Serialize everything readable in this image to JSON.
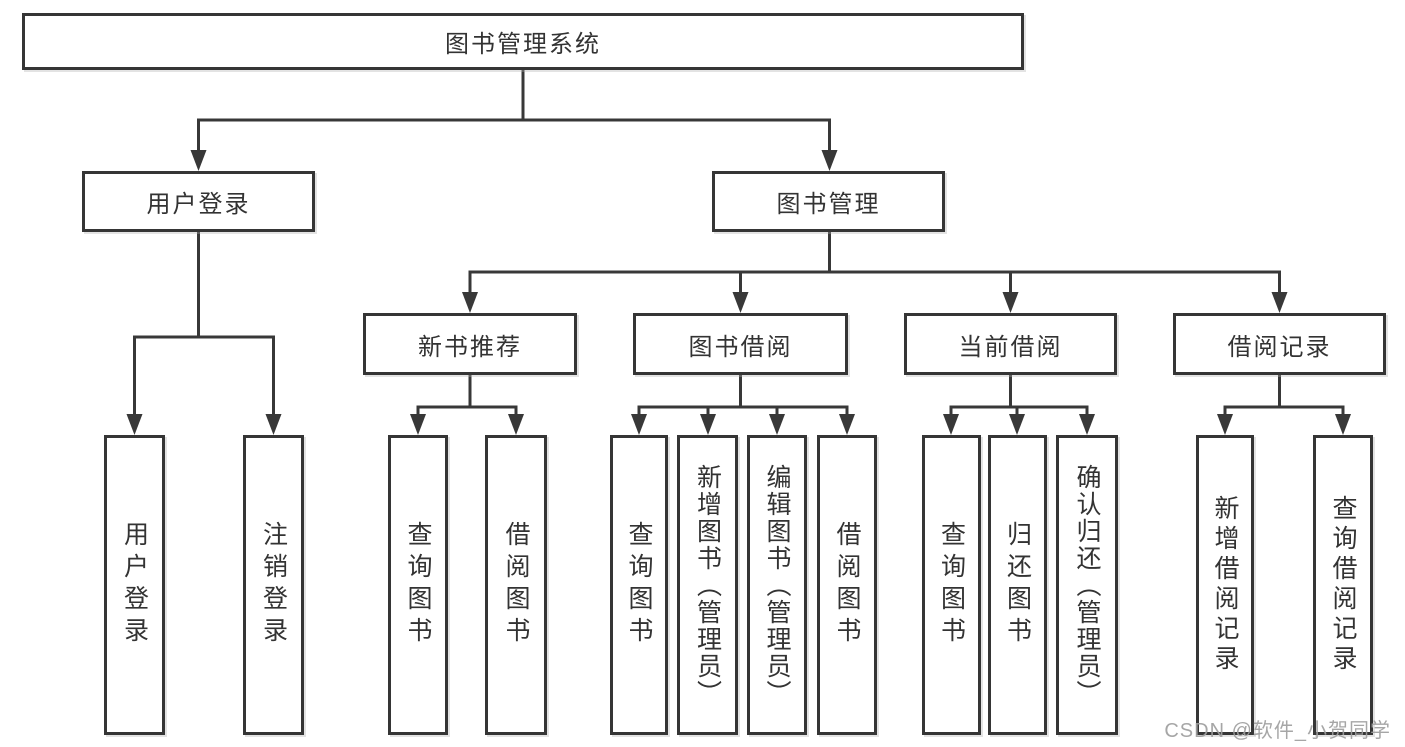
{
  "tree": {
    "label": "图书管理系统",
    "children": [
      {
        "label": "用户登录",
        "children": [
          {
            "label": "用户登录"
          },
          {
            "label": "注销登录"
          }
        ]
      },
      {
        "label": "图书管理",
        "children": [
          {
            "label": "新书推荐",
            "children": [
              {
                "label": "查询图书"
              },
              {
                "label": "借阅图书"
              }
            ]
          },
          {
            "label": "图书借阅",
            "children": [
              {
                "label": "查询图书"
              },
              {
                "label": "新增图书（管理员）"
              },
              {
                "label": "编辑图书（管理员）"
              },
              {
                "label": "借阅图书"
              }
            ]
          },
          {
            "label": "当前借阅",
            "children": [
              {
                "label": "查询图书"
              },
              {
                "label": "归还图书"
              },
              {
                "label": "确认归还（管理员）"
              }
            ]
          },
          {
            "label": "借阅记录",
            "children": [
              {
                "label": "新增借阅记录"
              },
              {
                "label": "查询借阅记录"
              }
            ]
          }
        ]
      }
    ]
  },
  "watermark": "CSDN @软件_小贺同学",
  "colors": {
    "line": "#383838",
    "box_border": "#353535",
    "text": "#333333",
    "background": "#ffffff",
    "watermark": "#9e9e9e"
  }
}
